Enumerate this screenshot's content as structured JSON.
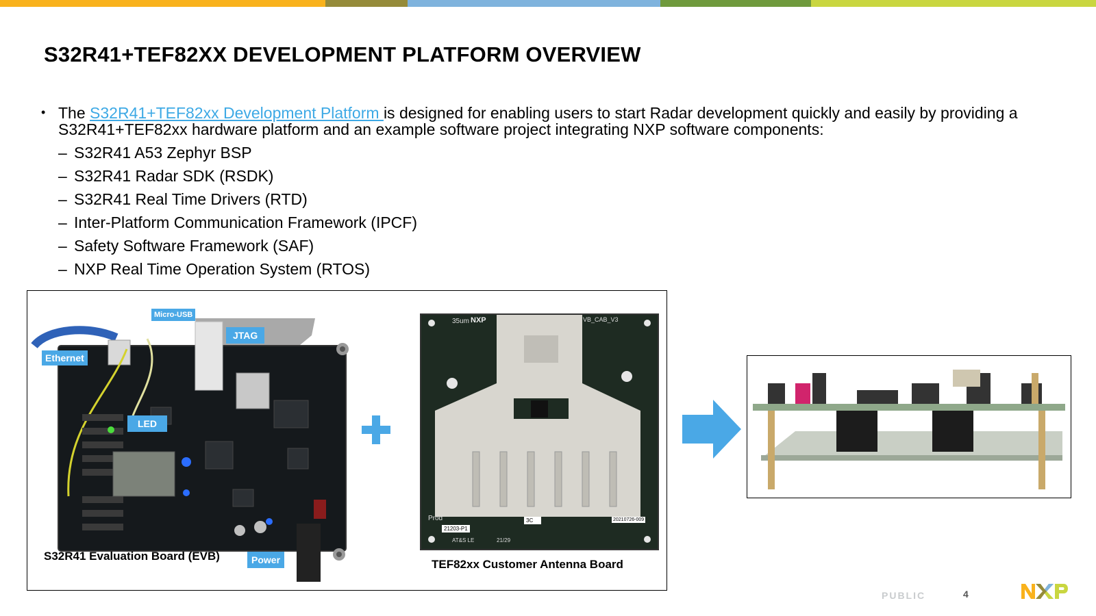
{
  "topbar": {
    "colors": [
      "#f9b21c",
      "#958b3a",
      "#7fb3dd",
      "#6f9a3d",
      "#c9d640"
    ]
  },
  "slide": {
    "title": "S32R41+TEF82XX DEVELOPMENT PLATFORM OVERVIEW",
    "bullet": {
      "prefix": "The ",
      "link_text": "S32R41+TEF82xx Development Platform ",
      "suffix": "is designed for enabling users to start Radar development quickly and easily by providing a S32R41+TEF82xx hardware platform and an example software project integrating NXP software components:"
    },
    "sub_items": [
      "S32R41 A53 Zephyr BSP",
      "S32R41 Radar SDK (RSDK)",
      "S32R41 Real Time Drivers (RTD)",
      "Inter-Platform Communication Framework (IPCF)",
      "Safety Software Framework (SAF)",
      "NXP Real Time Operation System (RTOS)"
    ],
    "sub_marker": "–"
  },
  "figure": {
    "callouts": {
      "micro_usb": "Micro-USB",
      "jtag": "JTAG",
      "ethernet": "Ethernet",
      "led": "LED",
      "power": "Power"
    },
    "evb_caption": "S32R41 Evaluation Board (EVB)",
    "antenna_caption": "TEF82xx Customer Antenna Board",
    "antenna_board_labels": {
      "top_left": "35um",
      "logo": "NXP",
      "top_right": "VB_CAB_V3",
      "prod": "Prod",
      "lot": "21203-P1",
      "code": "3C",
      "date": "20210726-009",
      "maker": "AT&S LE",
      "week": "21/29"
    },
    "accent_color": "#4aa8e6"
  },
  "footer": {
    "classification": "PUBLIC",
    "page_number": "4",
    "logo_text": "NXP"
  }
}
